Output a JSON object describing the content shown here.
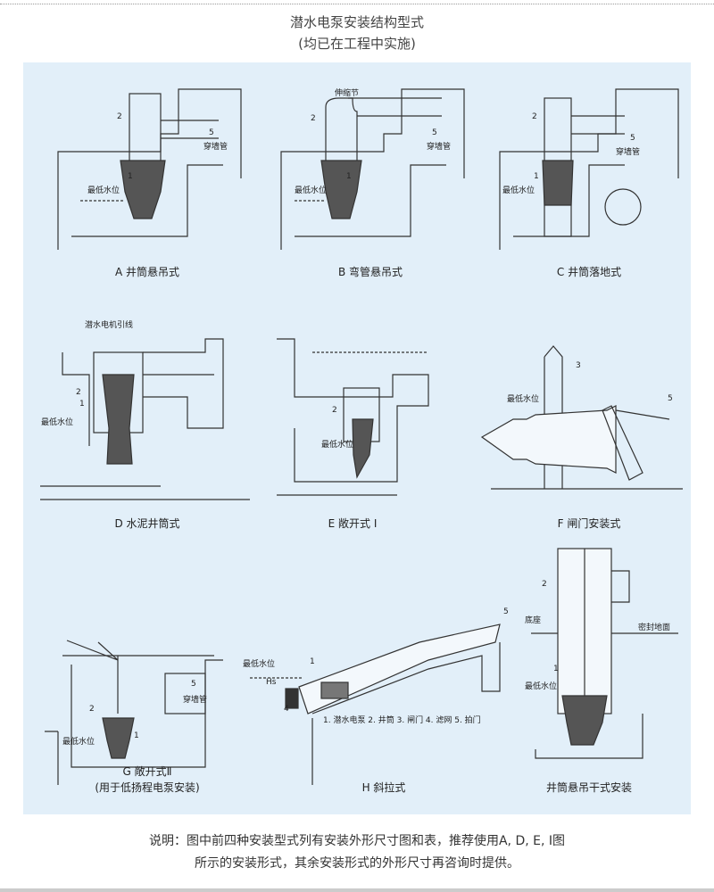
{
  "header": {
    "title": "潜水电泵安装结构型式",
    "subtitle": "(均已在工程中实施)"
  },
  "colors": {
    "panel_bg": "#e2eff9",
    "line": "#333333"
  },
  "diagrams": [
    {
      "caption": "A 井筒悬吊式",
      "labels": {
        "n2": "2",
        "n5": "5",
        "n1": "1",
        "pipe": "穿墙管",
        "water": "最低水位"
      }
    },
    {
      "caption": "B 弯管悬吊式",
      "labels": {
        "joint": "伸缩节",
        "n2": "2",
        "n5": "5",
        "n1": "1",
        "pipe": "穿墙管",
        "water": "最低水位"
      }
    },
    {
      "caption": "C 井筒落地式",
      "labels": {
        "n2": "2",
        "n5": "5",
        "n1": "1",
        "pipe": "穿墙管",
        "water": "最低水位"
      }
    },
    {
      "caption": "D 水泥井筒式",
      "labels": {
        "cable": "潜水电机引线",
        "n2": "2",
        "n1": "1",
        "water": "最低水位"
      }
    },
    {
      "caption": "E 敞开式 I",
      "labels": {
        "n2": "2",
        "water": "最低水位"
      }
    },
    {
      "caption": "F 闸门安装式",
      "labels": {
        "n3": "3",
        "n5": "5",
        "water": "最低水位"
      }
    },
    {
      "caption": "G 敞开式Ⅱ",
      "caption2": "(用于低扬程电泵安装)",
      "labels": {
        "n2": "2",
        "n5": "5",
        "n1": "1",
        "pipe": "穿墙管",
        "water": "最低水位"
      }
    },
    {
      "caption": "H 斜拉式",
      "labels": {
        "water": "最低水位",
        "hs": "Hs",
        "n1": "1",
        "n4": "4",
        "n5": "5",
        "legend": "1. 潜水电泵 2. 井筒 3. 闸门 4. 滤网 5. 拍门"
      }
    },
    {
      "caption": "井筒悬吊干式安装",
      "labels": {
        "n2": "2",
        "base": "底座",
        "seal": "密封地面",
        "n1": "1",
        "water": "最低水位"
      }
    }
  ],
  "note": {
    "line1": "说明：图中前四种安装型式列有安装外形尺寸图和表，推荐使用A, D, E, I图",
    "line2": "所示的安装形式，其余安装形式的外形尺寸再咨询时提供。"
  }
}
